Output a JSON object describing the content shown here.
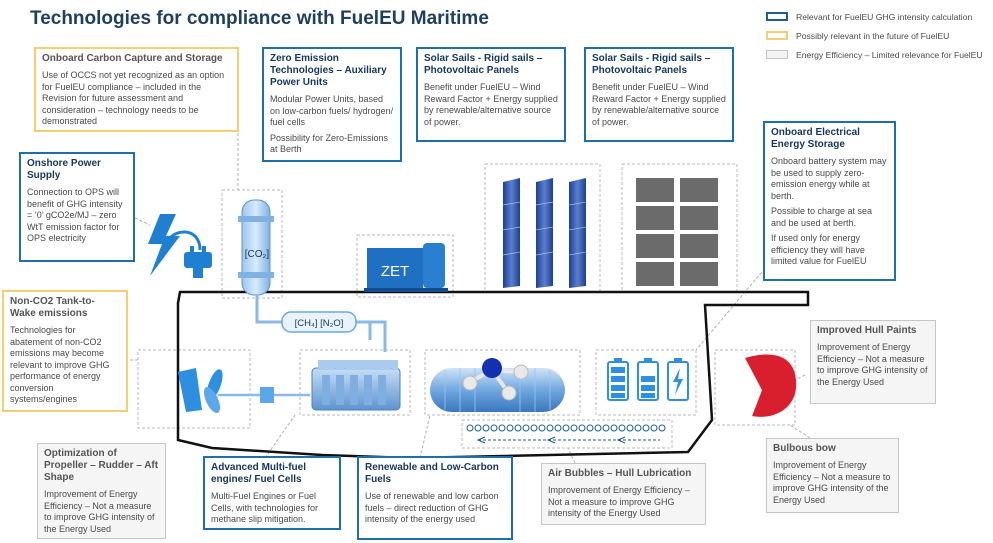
{
  "title": "Technologies for compliance with FuelEU Maritime",
  "legend": {
    "blue": "Relevant for FuelEU GHG intensity calculation",
    "yellow": "Possibly relevant in the future of FuelEU",
    "gray": "Energy Efficiency – Limited relevance for FuelEU"
  },
  "colors": {
    "blue_border": "#1e6fa8",
    "yellow_border": "#f2cf6f",
    "gray_fill": "#f5f5f5",
    "title": "#1f3f5c"
  },
  "boxes": {
    "occs": {
      "title": "Onboard Carbon Capture and Storage",
      "body": "Use of OCCS not  yet recognized as an option for FuelEU compliance – included in the Revision for future assessment and consideration – technology needs to be demonstrated"
    },
    "zet": {
      "title": "Zero Emission Technologies – Auxiliary Power Units",
      "body1": "Modular Power Units, based on low-carbon fuels/ hydrogen/ fuel cells",
      "body2": "Possibility for Zero-Emissions at Berth"
    },
    "sails1": {
      "title": "Solar Sails - Rigid sails – Photovoltaic Panels",
      "body": "Benefit under FuelEU – Wind Reward Factor + Energy supplied by renewable/alternative source of power."
    },
    "sails2": {
      "title": "Solar Sails - Rigid sails – Photovoltaic Panels",
      "body": "Benefit under FuelEU – Wind Reward Factor + Energy supplied by renewable/alternative source of power."
    },
    "ops": {
      "title": "Onshore Power Supply",
      "body": "Connection to OPS will benefit of GHG intensity = ‘0’ gCO2e/MJ – zero WtT emission factor for OPS electricity"
    },
    "storage": {
      "title": "Onboard Electrical Energy Storage",
      "body1": "Onboard battery system may be used to supply zero-emission energy while at berth.",
      "body2": "Possible to charge at sea and be used at berth.",
      "body3": "If used only for energy efficiency they will have limited value for FuelEU"
    },
    "nonco2": {
      "title": "Non-CO2 Tank-to-Wake emissions",
      "body": "Technologies for abatement of non-CO2 emissions may become relevant to improve GHG performance of energy conversion systems/engines"
    },
    "hull": {
      "title": "Improved Hull Paints",
      "body": "Improvement of Energy Efficiency – Not a measure to improve GHG intensity of the Energy Used"
    },
    "bow": {
      "title": "Bulbous bow",
      "body": "Improvement of Energy Efficiency – Not a measure to improve GHG intensity of the Energy Used"
    },
    "propeller": {
      "title": "Optimization of Propeller – Rudder – Aft Shape",
      "body": "Improvement of Energy Efficiency – Not a measure to improve GHG intensity of the Energy Used"
    },
    "multifuel": {
      "title": "Advanced Multi-fuel engines/ Fuel Cells",
      "body": "Multi-Fuel Engines or Fuel Cells, with technologies for methane slip mitigation."
    },
    "renewable": {
      "title": "Renewable and Low-Carbon Fuels",
      "body": "Use of renewable and low carbon fuels – direct reduction of GHG intensity of the energy used"
    },
    "airbubbles": {
      "title": "Air Bubbles – Hull Lubrication",
      "body": "Improvement of Energy Efficiency – Not a measure to improve GHG intensity of the Energy Used"
    }
  },
  "labels": {
    "co2": "[CO₂]",
    "ch4n2o": "[CH₄] [N₂O]",
    "zet": "ZET"
  },
  "icons": [
    "lightning-plug-icon",
    "co2-capture-tank-icon",
    "zet-power-unit-icon",
    "solar-sail-icon",
    "engine-icon",
    "fuel-tank-icon",
    "battery-icon",
    "propeller-icon",
    "rudder-icon",
    "bulbous-bow-icon",
    "air-bubbles-icon"
  ]
}
